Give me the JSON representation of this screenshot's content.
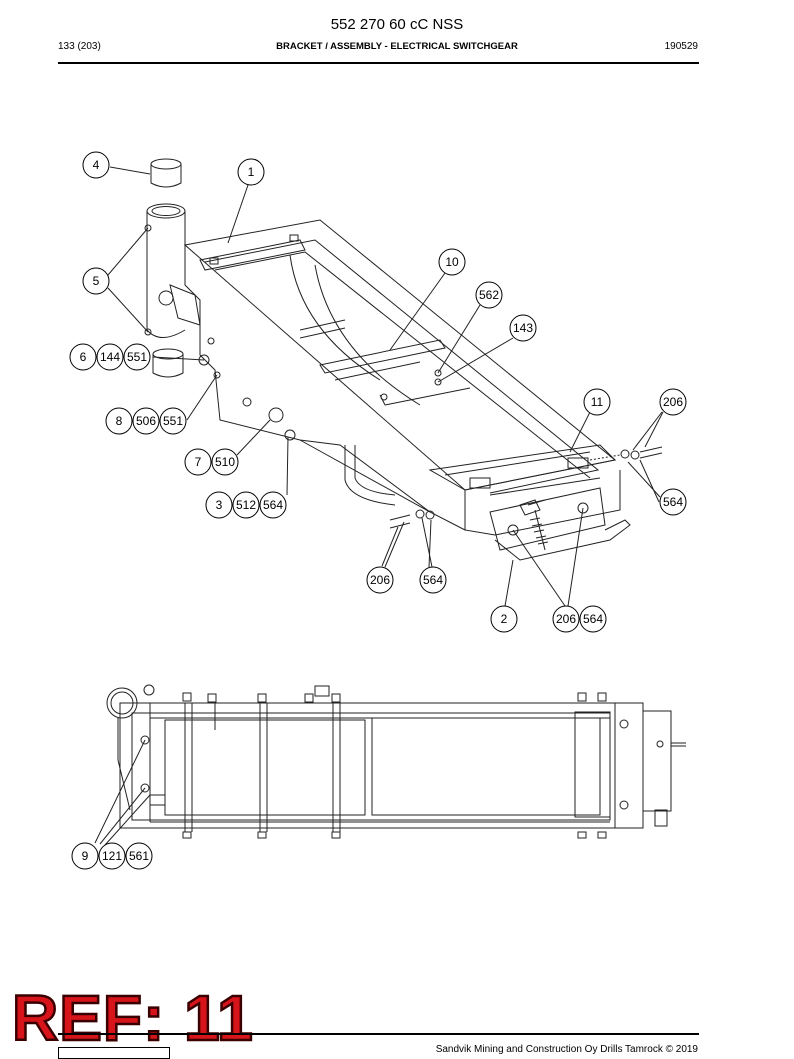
{
  "header": {
    "part_number": "552 270 60 cC NSS",
    "page": "133 (203)",
    "title": "BRACKET / ASSEMBLY - ELECTRICAL SWITCHGEAR",
    "date": "190529"
  },
  "callouts": {
    "c4": "4",
    "c1": "1",
    "c10": "10",
    "c5": "5",
    "c562": "562",
    "c143": "143",
    "c6": "6",
    "c144": "144",
    "c551a": "551",
    "c11": "11",
    "c206a": "206",
    "c8": "8",
    "c506": "506",
    "c551b": "551",
    "c7": "7",
    "c510": "510",
    "c564a": "564",
    "c3": "3",
    "c512": "512",
    "c564b": "564",
    "c206b": "206",
    "c564c": "564",
    "c2": "2",
    "c206c": "206",
    "c564d": "564",
    "c9": "9",
    "c121": "121",
    "c561": "561"
  },
  "stamp": {
    "text": "REF: 11",
    "color": "#d7141a"
  },
  "footer": {
    "copyright": "Sandvik Mining and Construction Oy Drills Tamrock © 2019"
  }
}
